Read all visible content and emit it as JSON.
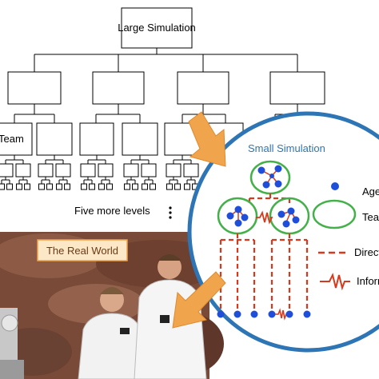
{
  "hierarchy": {
    "root_label": "Large Simulation",
    "team_label": "Team",
    "more_levels_label": "Five more levels"
  },
  "photo": {
    "label": "The Real World"
  },
  "small_sim": {
    "title": "Small Simulation",
    "legend": {
      "agent": "Agent",
      "team": "Team",
      "direct": "Direct",
      "info": "Information"
    }
  },
  "colors": {
    "arrow": "#F0A44C",
    "circle_border": "#2E75B6",
    "agent": "#1F4FD8",
    "team_ring": "#44B04A",
    "link": "#D63A1E",
    "title_text": "#2E75B6"
  }
}
